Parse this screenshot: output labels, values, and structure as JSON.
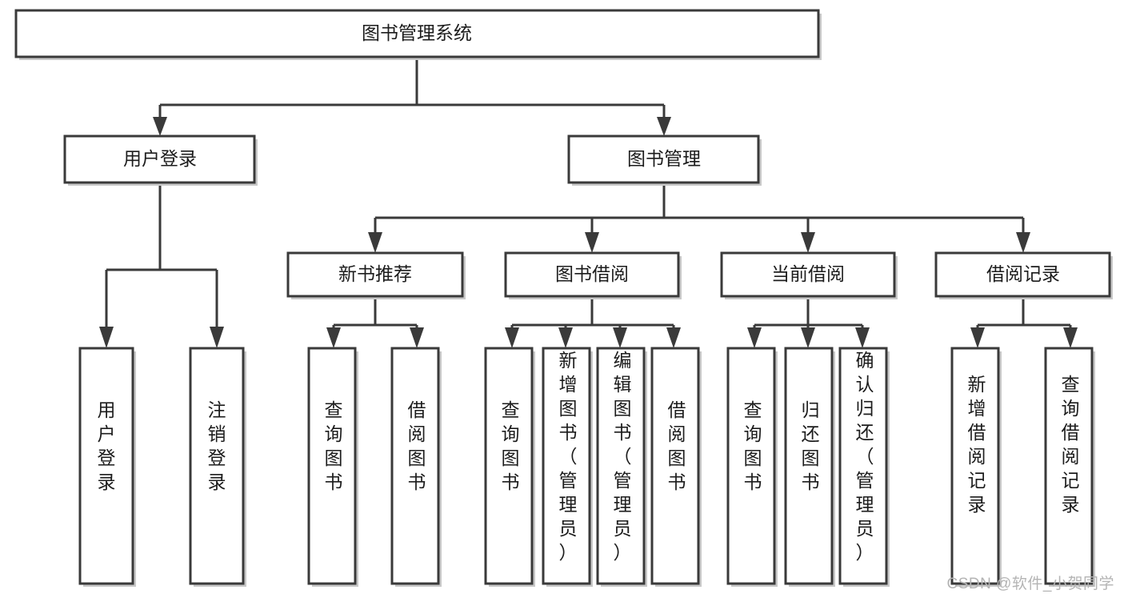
{
  "diagram": {
    "type": "tree-hierarchy-chart",
    "title": "图书管理系统",
    "watermark": "CSDN @软件_小贺同学",
    "colors": {
      "stroke": "#3a3a3a",
      "fill": "#ffffff",
      "text": "#1c1c1c",
      "shadow": "#c9c9c9",
      "watermark": "#b4b4b4"
    },
    "levels": {
      "level0": {
        "label": "图书管理系统"
      },
      "level1": [
        {
          "label": "用户登录"
        },
        {
          "label": "图书管理"
        }
      ],
      "level2": [
        {
          "label": "新书推荐"
        },
        {
          "label": "图书借阅"
        },
        {
          "label": "当前借阅"
        },
        {
          "label": "借阅记录"
        }
      ],
      "leaves_user_login": [
        {
          "label": "用户登录"
        },
        {
          "label": "注销登录"
        }
      ],
      "leaves_new_book": [
        {
          "label": "查询图书"
        },
        {
          "label": "借阅图书"
        }
      ],
      "leaves_borrow": [
        {
          "label": "查询图书"
        },
        {
          "label": "新增图书（管理员）"
        },
        {
          "label": "编辑图书（管理员）"
        },
        {
          "label": "借阅图书"
        }
      ],
      "leaves_current": [
        {
          "label": "查询图书"
        },
        {
          "label": "归还图书"
        },
        {
          "label": "确认归还（管理员）"
        }
      ],
      "leaves_records": [
        {
          "label": "新增借阅记录"
        },
        {
          "label": "查询借阅记录"
        }
      ]
    }
  }
}
